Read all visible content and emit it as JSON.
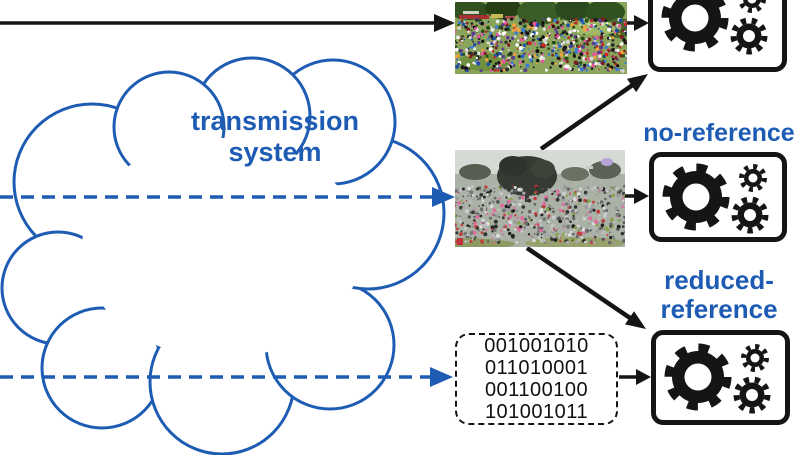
{
  "cloud": {
    "label_line1": "transmission",
    "label_line2": "system"
  },
  "labels": {
    "no_reference": "no-reference",
    "reduced_reference_line1": "reduced-",
    "reduced_reference_line2": "reference"
  },
  "bitstream": {
    "lines": [
      "001001010",
      "011010001",
      "001100100",
      "101001011"
    ]
  },
  "icons": {
    "metric_boxes": "gears-icon",
    "cloud": "cloud-shape",
    "solid_arrows": "black-arrow",
    "dashed_arrows": "blue-dashed-arrow"
  },
  "colors": {
    "blue": "#1e5cb4",
    "black": "#151515"
  }
}
